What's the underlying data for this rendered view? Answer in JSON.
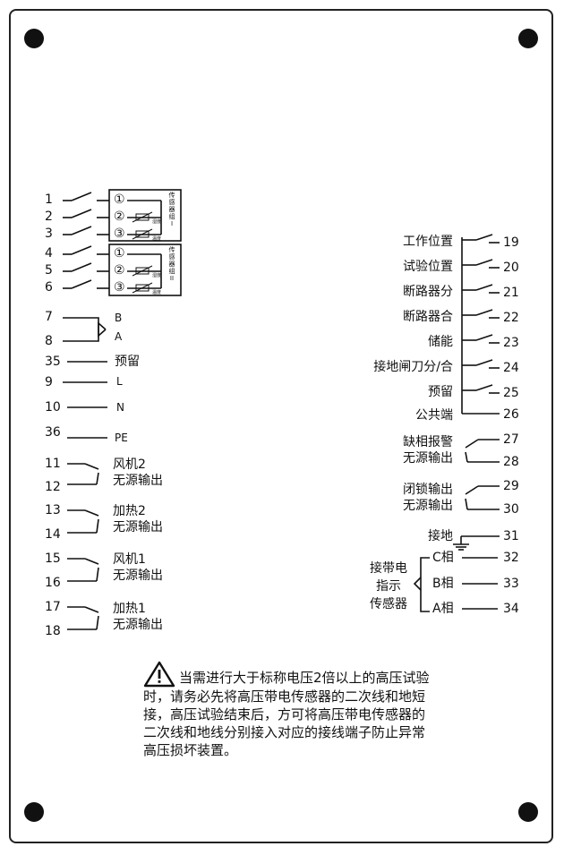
{
  "colors": {
    "line": "#111111",
    "background": "#ffffff"
  },
  "left": {
    "sensor_group_1": {
      "label_chars": [
        "传",
        "感",
        "器",
        "组"
      ],
      "roman": "I",
      "circles": [
        "①",
        "②",
        "③"
      ],
      "tags": [
        "湿度",
        "温度"
      ],
      "terminals": [
        "1",
        "2",
        "3"
      ]
    },
    "sensor_group_2": {
      "label_chars": [
        "传",
        "感",
        "器",
        "组"
      ],
      "roman": "II",
      "circles": [
        "①",
        "②",
        "③"
      ],
      "tags": [
        "湿度",
        "温度"
      ],
      "terminals": [
        "4",
        "5",
        "6"
      ]
    },
    "t7": "7",
    "t8": "8",
    "B": "B",
    "A": "A",
    "t35": "35",
    "reserved": "预留",
    "t9": "9",
    "L": "L",
    "t10": "10",
    "N": "N",
    "t36": "36",
    "PE": "PE",
    "relays": [
      {
        "top": "11",
        "bottom": "12",
        "name": "风机2",
        "sub": "无源输出"
      },
      {
        "top": "13",
        "bottom": "14",
        "name": "加热2",
        "sub": "无源输出"
      },
      {
        "top": "15",
        "bottom": "16",
        "name": "风机1",
        "sub": "无源输出"
      },
      {
        "top": "17",
        "bottom": "18",
        "name": "加热1",
        "sub": "无源输出"
      }
    ]
  },
  "right": {
    "positions": [
      {
        "label": "工作位置",
        "num": "19"
      },
      {
        "label": "试验位置",
        "num": "20"
      },
      {
        "label": "断路器分",
        "num": "21"
      },
      {
        "label": "断路器合",
        "num": "22"
      },
      {
        "label": "储能",
        "num": "23"
      },
      {
        "label": "接地闸刀分/合",
        "num": "24"
      },
      {
        "label": "预留",
        "num": "25"
      }
    ],
    "common": {
      "label": "公共端",
      "num": "26"
    },
    "alarm": {
      "line1": "缺相报警",
      "line2": "无源输出",
      "num_top": "27",
      "num_bottom": "28"
    },
    "lock": {
      "line1": "闭锁输出",
      "line2": "无源输出",
      "num_top": "29",
      "num_bottom": "30"
    },
    "ground": {
      "label": "接地",
      "num": "31"
    },
    "live_sensor": {
      "label_lines": [
        "接带电",
        "指示",
        "传感器"
      ],
      "phases": [
        {
          "label": "C相",
          "num": "32"
        },
        {
          "label": "B相",
          "num": "33"
        },
        {
          "label": "A相",
          "num": "34"
        }
      ]
    }
  },
  "warning": {
    "text": "当需进行大于标称电压2倍以上的高压试验时，请务必先将高压带电传感器的二次线和地短接，高压试验结束后，方可将高压带电传感器的二次线和地线分别接入对应的接线端子防止异常高压损坏装置。"
  }
}
